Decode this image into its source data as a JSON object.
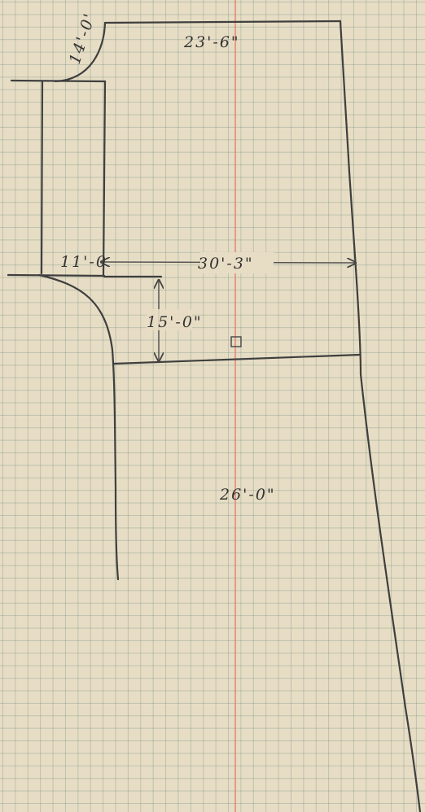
{
  "paper": {
    "background": "#e7ddc4",
    "grid_color": "#8ca89c",
    "margin_line_color": "#e07a6a",
    "pencil_color": "#3f3f3f"
  },
  "dimensions": {
    "top_width": "23'-6\"",
    "corner_radius": "14'-0'",
    "left_section": "11'-0",
    "middle_width": "30'-3\"",
    "step_depth": "15'-0\"",
    "lower_length": "26'-0\""
  },
  "icons": {
    "marker": "small-square-marker-icon"
  }
}
